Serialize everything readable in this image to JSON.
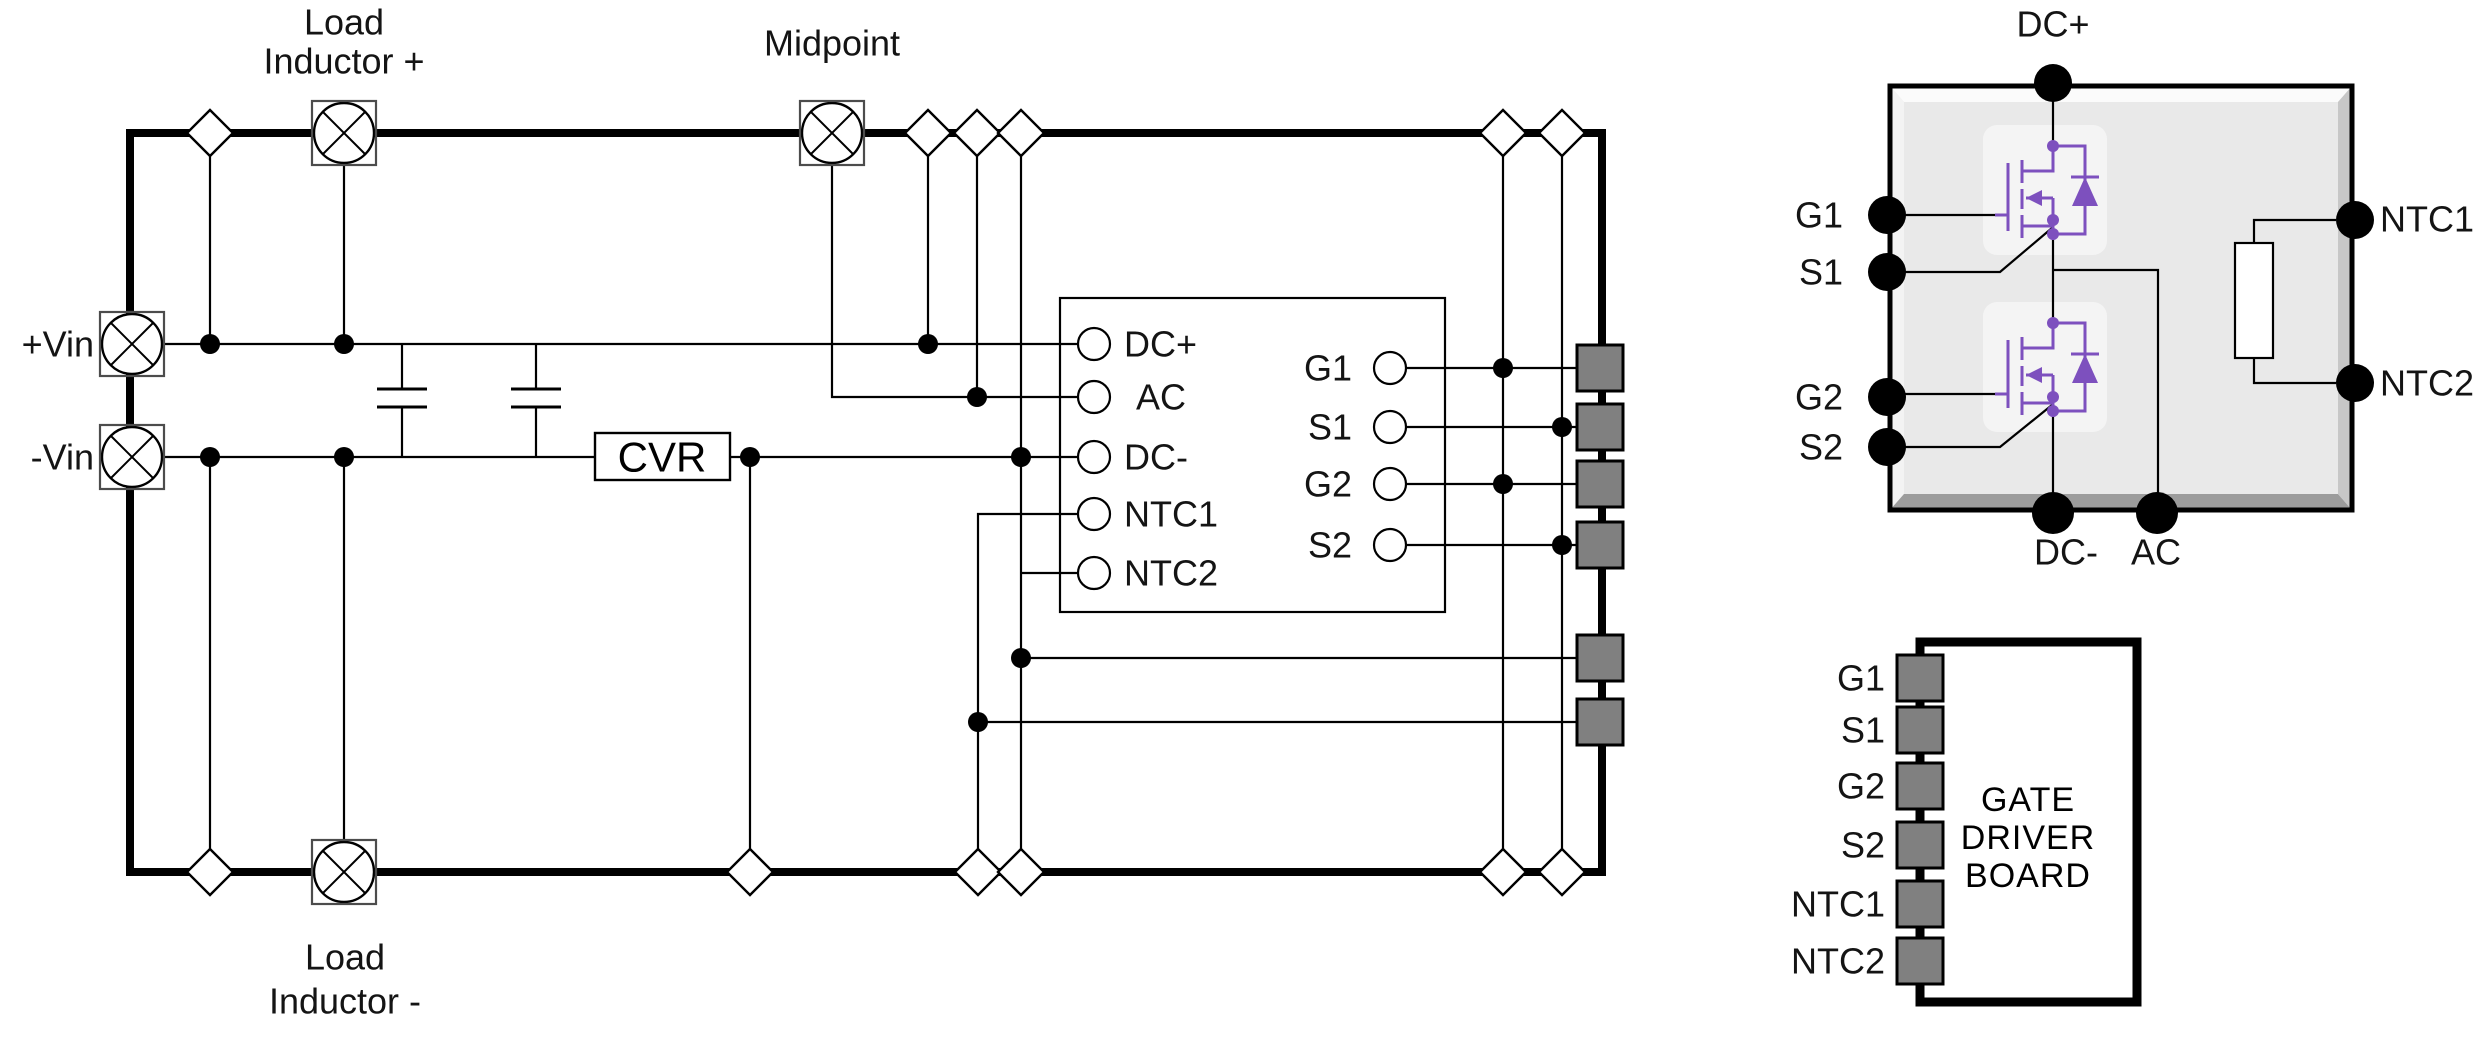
{
  "board": {
    "label_load_plus_1": "Load",
    "label_load_plus_2": "Inductor +",
    "label_midpoint": "Midpoint",
    "label_vin_plus": "+Vin",
    "label_vin_minus": "-Vin",
    "label_load_minus_1": "Load",
    "label_load_minus_2": "Inductor -",
    "cvr_label": "CVR",
    "module_pins_left": [
      "DC+",
      "AC",
      "DC-",
      "NTC1",
      "NTC2"
    ],
    "module_pins_right": [
      "G1",
      "S1",
      "G2",
      "S2"
    ]
  },
  "power_module": {
    "pin_top": "DC+",
    "pins_left": [
      "G1",
      "S1",
      "G2",
      "S2"
    ],
    "pins_bottom": [
      "DC-",
      "AC"
    ],
    "pins_right": [
      "NTC1",
      "NTC2"
    ]
  },
  "gate_driver": {
    "title_lines": [
      "GATE",
      "DRIVER",
      "BOARD"
    ],
    "pads": [
      "G1",
      "S1",
      "G2",
      "S2",
      "NTC1",
      "NTC2"
    ]
  },
  "colors": {
    "line": "#000000",
    "mosfet_purple": "#7d50be",
    "pad_gray": "#808080",
    "module_fill": "#e9e9e9",
    "cell_fill": "#f4f4f4"
  }
}
